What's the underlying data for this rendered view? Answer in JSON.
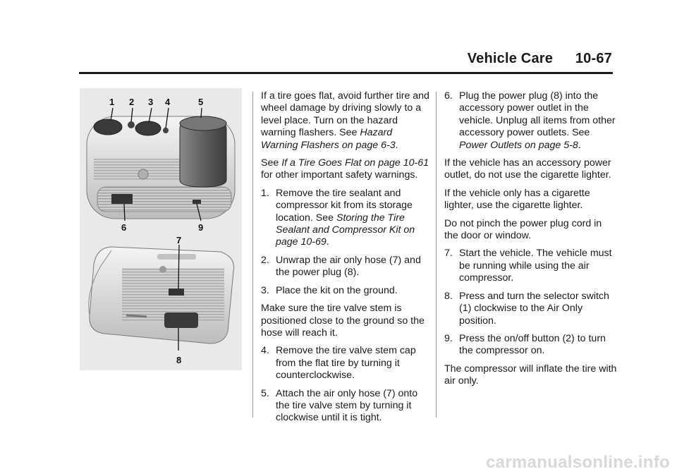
{
  "header": {
    "section": "Vehicle Care",
    "page": "10-67"
  },
  "figure": {
    "callouts_top": [
      "1",
      "2",
      "3",
      "4",
      "5",
      "6",
      "9"
    ],
    "callouts_bottom": [
      "7",
      "8"
    ]
  },
  "col1": {
    "p1": "If a tire goes flat, avoid further tire and wheel damage by driving slowly to a level place. Turn on the hazard warning flashers. See ",
    "p1_ref": "Hazard Warning Flashers on page 6-3",
    "p1_end": ".",
    "p2_see": "See ",
    "p2_ref": "If a Tire Goes Flat on page 10-61",
    "p2_end": " for other important safety warnings.",
    "s1_num": "1.",
    "s1_text": "Remove the tire sealant and compressor kit from its storage location. See ",
    "s1_ref": "Storing the Tire Sealant and Compressor Kit on page 10-69",
    "s1_end": ".",
    "s2_num": "2.",
    "s2_text": "Unwrap the air only hose (7) and the power plug (8).",
    "s3_num": "3.",
    "s3_text": "Place the kit on the ground.",
    "s3_note": "Make sure the tire valve stem is positioned close to the ground so the hose will reach it.",
    "s4_num": "4.",
    "s4_text": "Remove the tire valve stem cap from the flat tire by turning it counterclockwise.",
    "s5_num": "5.",
    "s5_text": "Attach the air only hose (7) onto the tire valve stem by turning it clockwise until it is tight."
  },
  "col2": {
    "s6_num": "6.",
    "s6_text": "Plug the power plug (8) into the accessory power outlet in the vehicle. Unplug all items from other accessory power outlets. See ",
    "s6_ref": "Power Outlets on page 5-8",
    "s6_end": ".",
    "s6_note1": "If the vehicle has an accessory power outlet, do not use the cigarette lighter.",
    "s6_note2": "If the vehicle only has a cigarette lighter, use the cigarette lighter.",
    "s6_note3": "Do not pinch the power plug cord in the door or window.",
    "s7_num": "7.",
    "s7_text": "Start the vehicle. The vehicle must be running while using the air compressor.",
    "s8_num": "8.",
    "s8_text": "Press and turn the selector switch (1) clockwise to the Air Only position.",
    "s9_num": "9.",
    "s9_text": "Press the on/off button (2) to turn the compressor on.",
    "s9_note": "The compressor will inflate the tire with air only."
  },
  "watermark": "carmanualsonline.info"
}
